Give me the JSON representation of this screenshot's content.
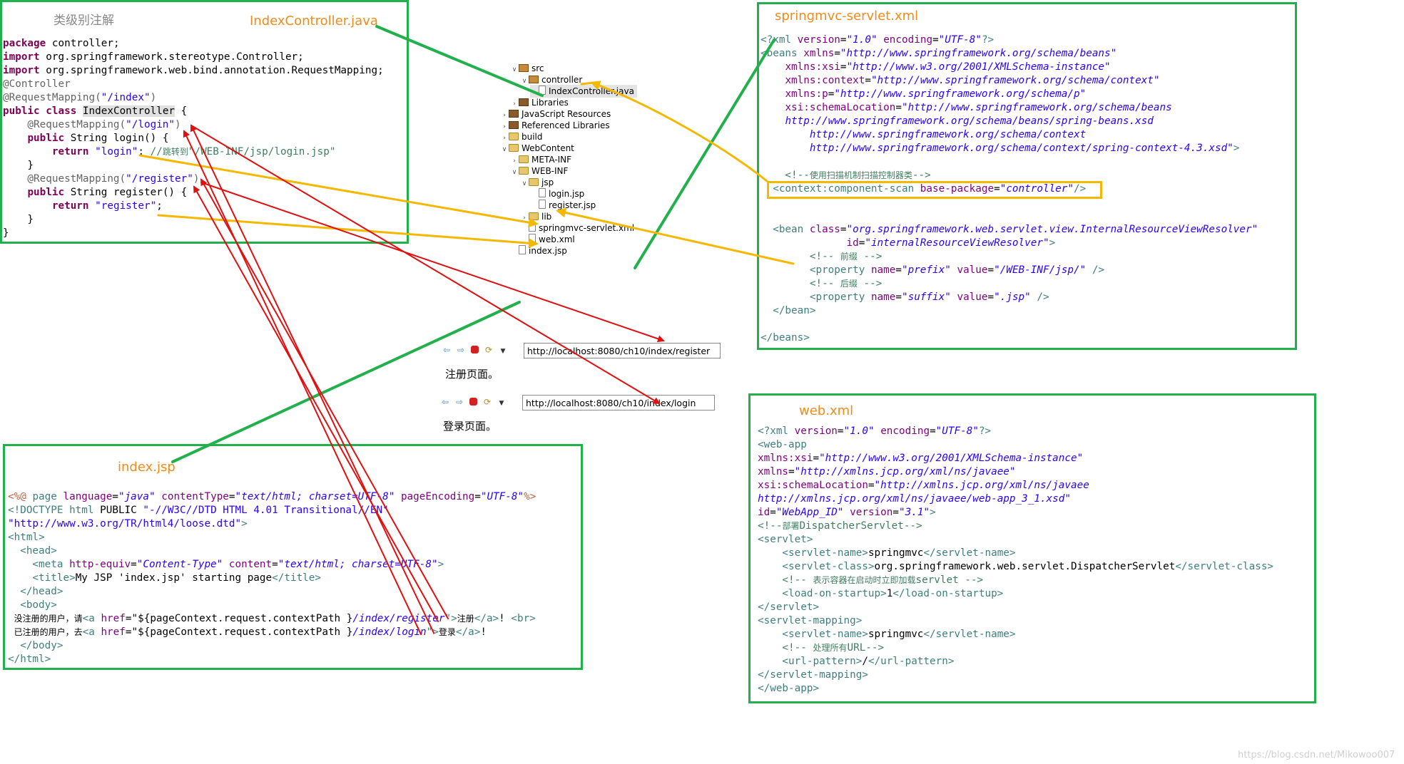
{
  "index_controller": {
    "title": "IndexController.java",
    "subtitle": "类级别注解",
    "lines": [
      [
        {
          "t": "package",
          "c": "kw"
        },
        {
          "t": " controller;"
        }
      ],
      [
        {
          "t": "import",
          "c": "kw"
        },
        {
          "t": " org.springframework.stereotype.Controller;"
        }
      ],
      [
        {
          "t": "import",
          "c": "kw"
        },
        {
          "t": " org.springframework.web.bind.annotation.RequestMapping;"
        }
      ],
      [
        {
          "t": "@Controller",
          "c": "ann"
        }
      ],
      [
        {
          "t": "@RequestMapping(",
          "c": "ann"
        },
        {
          "t": "\"/index\"",
          "c": "str"
        },
        {
          "t": ")",
          "c": "ann"
        }
      ],
      [
        {
          "t": "public",
          "c": "kw"
        },
        {
          "t": " "
        },
        {
          "t": "class",
          "c": "kw"
        },
        {
          "t": " "
        },
        {
          "t": "IndexController",
          "c": "hl"
        },
        {
          "t": " {"
        }
      ],
      [
        {
          "t": "    @RequestMapping(",
          "c": "ann"
        },
        {
          "t": "\"/login\"",
          "c": "str"
        },
        {
          "t": ")",
          "c": "ann"
        }
      ],
      [
        {
          "t": "    "
        },
        {
          "t": "public",
          "c": "kw"
        },
        {
          "t": " String login() {"
        }
      ],
      [
        {
          "t": "        "
        },
        {
          "t": "return",
          "c": "kw"
        },
        {
          "t": " "
        },
        {
          "t": "\"login\"",
          "c": "str"
        },
        {
          "t": "; "
        },
        {
          "t": "//",
          "c": "cmt"
        },
        {
          "t": "跳转到",
          "c": "cmt cn"
        },
        {
          "t": "\"/WEB-INF/jsp/login.jsp\"",
          "c": "cmt"
        }
      ],
      [
        {
          "t": "    }"
        }
      ],
      [
        {
          "t": "    @RequestMapping(",
          "c": "ann"
        },
        {
          "t": "\"/register\"",
          "c": "str"
        },
        {
          "t": ")",
          "c": "ann"
        }
      ],
      [
        {
          "t": "    "
        },
        {
          "t": "public",
          "c": "kw"
        },
        {
          "t": " String register() {"
        }
      ],
      [
        {
          "t": "        "
        },
        {
          "t": "return",
          "c": "kw"
        },
        {
          "t": " "
        },
        {
          "t": "\"register\"",
          "c": "str"
        },
        {
          "t": ";"
        }
      ],
      [
        {
          "t": "    }"
        }
      ],
      [
        {
          "t": "}"
        }
      ]
    ]
  },
  "springmvc_servlet": {
    "title": "springmvc-servlet.xml",
    "lines": [
      [
        {
          "t": "<?xml ",
          "c": "tag"
        },
        {
          "t": "version",
          "c": "attr"
        },
        {
          "t": "="
        },
        {
          "t": "\"1.0\"",
          "c": "val"
        },
        {
          "t": " "
        },
        {
          "t": "encoding",
          "c": "attr"
        },
        {
          "t": "="
        },
        {
          "t": "\"UTF-8\"",
          "c": "val"
        },
        {
          "t": "?>",
          "c": "tag"
        }
      ],
      [
        {
          "t": "<beans ",
          "c": "tag"
        },
        {
          "t": "xmlns",
          "c": "attr"
        },
        {
          "t": "="
        },
        {
          "t": "\"http://www.springframework.org/schema/beans\"",
          "c": "val"
        }
      ],
      [
        {
          "t": "    "
        },
        {
          "t": "xmlns:xsi",
          "c": "attr"
        },
        {
          "t": "="
        },
        {
          "t": "\"http://www.w3.org/2001/XMLSchema-instance\"",
          "c": "val"
        }
      ],
      [
        {
          "t": "    "
        },
        {
          "t": "xmlns:context",
          "c": "attr"
        },
        {
          "t": "="
        },
        {
          "t": "\"http://www.springframework.org/schema/context\"",
          "c": "val"
        }
      ],
      [
        {
          "t": "    "
        },
        {
          "t": "xmlns:p",
          "c": "attr"
        },
        {
          "t": "="
        },
        {
          "t": "\"http://www.springframework.org/schema/p\"",
          "c": "val"
        }
      ],
      [
        {
          "t": "    "
        },
        {
          "t": "xsi:schemaLocation",
          "c": "attr"
        },
        {
          "t": "="
        },
        {
          "t": "\"http://www.springframework.org/schema/beans",
          "c": "val"
        }
      ],
      [
        {
          "t": "    "
        },
        {
          "t": "http://www.springframework.org/schema/beans/spring-beans.xsd",
          "c": "val"
        }
      ],
      [
        {
          "t": "        "
        },
        {
          "t": "http://www.springframework.org/schema/context",
          "c": "val"
        }
      ],
      [
        {
          "t": "        "
        },
        {
          "t": "http://www.springframework.org/schema/context/spring-context-4.3.xsd\"",
          "c": "val"
        },
        {
          "t": ">",
          "c": "tag"
        }
      ],
      [
        {
          "t": ""
        }
      ],
      [
        {
          "t": "    <!--",
          "c": "cmt"
        },
        {
          "t": "使用扫描机制扫描控制器类",
          "c": "cmt cn"
        },
        {
          "t": "-->",
          "c": "cmt"
        }
      ],
      [
        {
          "t": "  <context:component-scan ",
          "c": "tag"
        },
        {
          "t": "base-package",
          "c": "attr"
        },
        {
          "t": "="
        },
        {
          "t": "\"controller\"",
          "c": "val"
        },
        {
          "t": "/>",
          "c": "tag"
        }
      ],
      [
        {
          "t": ""
        }
      ],
      [
        {
          "t": ""
        }
      ],
      [
        {
          "t": "  <bean ",
          "c": "tag"
        },
        {
          "t": "class",
          "c": "attr"
        },
        {
          "t": "="
        },
        {
          "t": "\"org.springframework.web.servlet.view.InternalResourceViewResolver\"",
          "c": "val"
        }
      ],
      [
        {
          "t": "              "
        },
        {
          "t": "id",
          "c": "attr"
        },
        {
          "t": "="
        },
        {
          "t": "\"internalResourceViewResolver\"",
          "c": "val"
        },
        {
          "t": ">",
          "c": "tag"
        }
      ],
      [
        {
          "t": "        <!-- ",
          "c": "cmt"
        },
        {
          "t": "前缀",
          "c": "cmt cn"
        },
        {
          "t": " -->",
          "c": "cmt"
        }
      ],
      [
        {
          "t": "        <property ",
          "c": "tag"
        },
        {
          "t": "name",
          "c": "attr"
        },
        {
          "t": "="
        },
        {
          "t": "\"prefix\"",
          "c": "val"
        },
        {
          "t": " "
        },
        {
          "t": "value",
          "c": "attr"
        },
        {
          "t": "="
        },
        {
          "t": "\"/WEB-INF/jsp/\"",
          "c": "val"
        },
        {
          "t": " />",
          "c": "tag"
        }
      ],
      [
        {
          "t": "        <!-- ",
          "c": "cmt"
        },
        {
          "t": "后缀",
          "c": "cmt cn"
        },
        {
          "t": " -->",
          "c": "cmt"
        }
      ],
      [
        {
          "t": "        <property ",
          "c": "tag"
        },
        {
          "t": "name",
          "c": "attr"
        },
        {
          "t": "="
        },
        {
          "t": "\"suffix\"",
          "c": "val"
        },
        {
          "t": " "
        },
        {
          "t": "value",
          "c": "attr"
        },
        {
          "t": "="
        },
        {
          "t": "\".jsp\"",
          "c": "val"
        },
        {
          "t": " />",
          "c": "tag"
        }
      ],
      [
        {
          "t": "  </bean>",
          "c": "tag"
        }
      ],
      [
        {
          "t": ""
        }
      ],
      [
        {
          "t": "</beans>",
          "c": "tag"
        }
      ]
    ]
  },
  "web_xml": {
    "title": "web.xml",
    "lines": [
      [
        {
          "t": "<?xml ",
          "c": "tag"
        },
        {
          "t": "version",
          "c": "attr"
        },
        {
          "t": "="
        },
        {
          "t": "\"1.0\"",
          "c": "val"
        },
        {
          "t": " "
        },
        {
          "t": "encoding",
          "c": "attr"
        },
        {
          "t": "="
        },
        {
          "t": "\"UTF-8\"",
          "c": "val"
        },
        {
          "t": "?>",
          "c": "tag"
        }
      ],
      [
        {
          "t": "<web-app",
          "c": "tag"
        }
      ],
      [
        {
          "t": "xmlns:xsi",
          "c": "attr"
        },
        {
          "t": "="
        },
        {
          "t": "\"http://www.w3.org/2001/XMLSchema-instance\"",
          "c": "val"
        }
      ],
      [
        {
          "t": "xmlns",
          "c": "attr"
        },
        {
          "t": "="
        },
        {
          "t": "\"http://xmlns.jcp.org/xml/ns/javaee\"",
          "c": "val"
        }
      ],
      [
        {
          "t": "xsi:schemaLocation",
          "c": "attr"
        },
        {
          "t": "="
        },
        {
          "t": "\"http://xmlns.jcp.org/xml/ns/javaee",
          "c": "val"
        }
      ],
      [
        {
          "t": "http://xmlns.jcp.org/xml/ns/javaee/web-app_3_1.xsd\"",
          "c": "val"
        }
      ],
      [
        {
          "t": "id",
          "c": "attr"
        },
        {
          "t": "="
        },
        {
          "t": "\"WebApp_ID\"",
          "c": "val"
        },
        {
          "t": " "
        },
        {
          "t": "version",
          "c": "attr"
        },
        {
          "t": "="
        },
        {
          "t": "\"3.1\"",
          "c": "val"
        },
        {
          "t": ">",
          "c": "tag"
        }
      ],
      [
        {
          "t": "<!--",
          "c": "cmt"
        },
        {
          "t": "部署",
          "c": "cmt cn"
        },
        {
          "t": "DispatcherServlet-->",
          "c": "cmt"
        }
      ],
      [
        {
          "t": "<servlet>",
          "c": "tag"
        }
      ],
      [
        {
          "t": "    <servlet-name>",
          "c": "tag"
        },
        {
          "t": "springmvc"
        },
        {
          "t": "</servlet-name>",
          "c": "tag"
        }
      ],
      [
        {
          "t": "    <servlet-class>",
          "c": "tag"
        },
        {
          "t": "org.springframework.web.servlet.DispatcherServlet"
        },
        {
          "t": "</servlet-class>",
          "c": "tag"
        }
      ],
      [
        {
          "t": "    <!-- ",
          "c": "cmt"
        },
        {
          "t": "表示容器在启动时立即加载",
          "c": "cmt cn"
        },
        {
          "t": "servlet -->",
          "c": "cmt"
        }
      ],
      [
        {
          "t": "    <load-on-startup>",
          "c": "tag"
        },
        {
          "t": "1"
        },
        {
          "t": "</load-on-startup>",
          "c": "tag"
        }
      ],
      [
        {
          "t": "</servlet>",
          "c": "tag"
        }
      ],
      [
        {
          "t": "<servlet-mapping>",
          "c": "tag"
        }
      ],
      [
        {
          "t": "    <servlet-name>",
          "c": "tag"
        },
        {
          "t": "springmvc"
        },
        {
          "t": "</servlet-name>",
          "c": "tag"
        }
      ],
      [
        {
          "t": "    <!-- ",
          "c": "cmt"
        },
        {
          "t": "处理所有",
          "c": "cmt cn"
        },
        {
          "t": "URL-->",
          "c": "cmt"
        }
      ],
      [
        {
          "t": "    <url-pattern>",
          "c": "tag"
        },
        {
          "t": "/"
        },
        {
          "t": "</url-pattern>",
          "c": "tag"
        }
      ],
      [
        {
          "t": "</servlet-mapping>",
          "c": "tag"
        }
      ],
      [
        {
          "t": "</web-app>",
          "c": "tag"
        }
      ]
    ]
  },
  "index_jsp": {
    "title": "index.jsp",
    "lines": [
      [
        {
          "t": "<%@ ",
          "c": "jsp"
        },
        {
          "t": "page ",
          "c": "tag"
        },
        {
          "t": "language",
          "c": "attr"
        },
        {
          "t": "="
        },
        {
          "t": "\"java\"",
          "c": "val"
        },
        {
          "t": " "
        },
        {
          "t": "contentType",
          "c": "attr"
        },
        {
          "t": "="
        },
        {
          "t": "\"text/html; charset=UTF-8\"",
          "c": "val"
        },
        {
          "t": " "
        },
        {
          "t": "pageEncoding",
          "c": "attr"
        },
        {
          "t": "="
        },
        {
          "t": "\"UTF-8\"",
          "c": "val"
        },
        {
          "t": "%>",
          "c": "jsp"
        }
      ],
      [
        {
          "t": "<!DOCTYPE html ",
          "c": "tag"
        },
        {
          "t": "PUBLIC "
        },
        {
          "t": "\"-//W3C//DTD HTML 4.01 Transitional//EN\"",
          "c": "str"
        }
      ],
      [
        {
          "t": "\"http://www.w3.org/TR/html4/loose.dtd\"",
          "c": "str"
        },
        {
          "t": ">",
          "c": "tag"
        }
      ],
      [
        {
          "t": "<html>",
          "c": "tag"
        }
      ],
      [
        {
          "t": "  <head>",
          "c": "tag"
        }
      ],
      [
        {
          "t": "    <meta ",
          "c": "tag"
        },
        {
          "t": "http-equiv",
          "c": "attr"
        },
        {
          "t": "="
        },
        {
          "t": "\"Content-Type\"",
          "c": "val"
        },
        {
          "t": " "
        },
        {
          "t": "content",
          "c": "attr"
        },
        {
          "t": "="
        },
        {
          "t": "\"text/html; charset=UTF-8\"",
          "c": "val"
        },
        {
          "t": ">",
          "c": "tag"
        }
      ],
      [
        {
          "t": "    <title>",
          "c": "tag"
        },
        {
          "t": "My JSP 'index.jsp' starting page"
        },
        {
          "t": "</title>",
          "c": "tag"
        }
      ],
      [
        {
          "t": "  </head>",
          "c": "tag"
        }
      ],
      [
        {
          "t": "  <body>",
          "c": "tag"
        }
      ],
      [
        {
          "t": " "
        },
        {
          "t": "没注册的用户，请",
          "c": "cn"
        },
        {
          "t": "<a ",
          "c": "tag"
        },
        {
          "t": "href",
          "c": "attr"
        },
        {
          "t": "="
        },
        {
          "t": "\"${pageContext.request.contextPath }"
        },
        {
          "t": "/index/register",
          "c": "val"
        },
        {
          "t": "\">",
          "c": "tag"
        },
        {
          "t": "注册",
          "c": "cn"
        },
        {
          "t": "</a>",
          "c": "tag"
        },
        {
          "t": "! "
        },
        {
          "t": "<br>",
          "c": "tag"
        }
      ],
      [
        {
          "t": " "
        },
        {
          "t": "已注册的用户，去",
          "c": "cn"
        },
        {
          "t": "<a ",
          "c": "tag"
        },
        {
          "t": "href",
          "c": "attr"
        },
        {
          "t": "="
        },
        {
          "t": "\"${pageContext.request.contextPath }"
        },
        {
          "t": "/index/login",
          "c": "val"
        },
        {
          "t": "\">",
          "c": "tag"
        },
        {
          "t": "登录",
          "c": "cn"
        },
        {
          "t": "</a>",
          "c": "tag"
        },
        {
          "t": "!"
        }
      ],
      [
        {
          "t": "  </body>",
          "c": "tag"
        }
      ],
      [
        {
          "t": "</html>",
          "c": "tag"
        }
      ]
    ]
  },
  "project_tree": {
    "items": [
      {
        "label": "src",
        "depth": 0,
        "twisty": "open",
        "icon": "package-folder-icon"
      },
      {
        "label": "controller",
        "depth": 1,
        "twisty": "open",
        "icon": "package-icon"
      },
      {
        "label": "IndexController.java",
        "depth": 2,
        "twisty": "closed",
        "icon": "java-file-icon",
        "selected": true
      },
      {
        "label": "Libraries",
        "depth": 0,
        "twisty": "closed",
        "icon": "library-icon"
      },
      {
        "label": "JavaScript Resources",
        "depth": -1,
        "twisty": "closed",
        "icon": "library-icon"
      },
      {
        "label": "Referenced Libraries",
        "depth": -1,
        "twisty": "closed",
        "icon": "library-icon"
      },
      {
        "label": "build",
        "depth": -1,
        "twisty": "closed",
        "icon": "folder-icon"
      },
      {
        "label": "WebContent",
        "depth": -1,
        "twisty": "open",
        "icon": "folder-icon"
      },
      {
        "label": "META-INF",
        "depth": 0,
        "twisty": "closed",
        "icon": "folder-icon"
      },
      {
        "label": "WEB-INF",
        "depth": 0,
        "twisty": "open",
        "icon": "folder-icon"
      },
      {
        "label": "jsp",
        "depth": 1,
        "twisty": "open",
        "icon": "folder-icon"
      },
      {
        "label": "login.jsp",
        "depth": 2,
        "twisty": "none",
        "icon": "jsp-file-icon"
      },
      {
        "label": "register.jsp",
        "depth": 2,
        "twisty": "none",
        "icon": "jsp-file-icon"
      },
      {
        "label": "lib",
        "depth": 1,
        "twisty": "closed",
        "icon": "folder-icon"
      },
      {
        "label": "springmvc-servlet.xml",
        "depth": 1,
        "twisty": "none",
        "icon": "xml-file-icon"
      },
      {
        "label": "web.xml",
        "depth": 1,
        "twisty": "none",
        "icon": "xml-file-icon"
      },
      {
        "label": "index.jsp",
        "depth": 0,
        "twisty": "none",
        "icon": "jsp-file-icon"
      }
    ]
  },
  "browsers": {
    "register": {
      "url": "http://localhost:8080/ch10/index/register",
      "caption": "注册页面。"
    },
    "login": {
      "url": "http://localhost:8080/ch10/index/login",
      "caption": "登录页面。"
    }
  },
  "watermark": "https://blog.csdn.net/Mikowoo007",
  "colors": {
    "panel_border": "#22b04c",
    "yellow_arrow": "#f5b800",
    "red_arrow": "#e01010",
    "green_line": "#22b04c",
    "title_orange": "#f08c1a"
  }
}
